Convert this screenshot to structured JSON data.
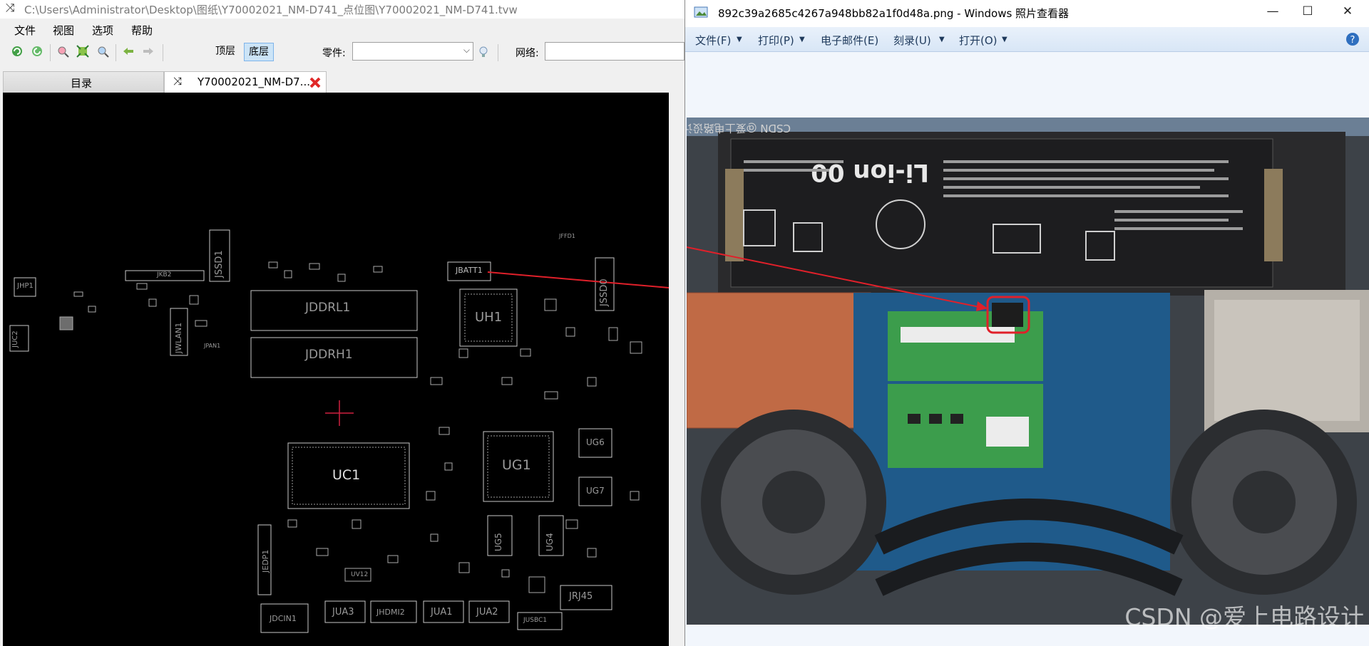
{
  "boardview": {
    "title": "C:\\Users\\Administrator\\Desktop\\图纸\\Y70002021_NM-D741_点位图\\Y70002021_NM-D741.tvw",
    "menu": [
      "文件",
      "视图",
      "选项",
      "帮助"
    ],
    "toolbar": {
      "top_layer": "顶层",
      "bottom_layer": "底层",
      "part_label": "零件:",
      "part_value": "",
      "net_label": "网络:",
      "net_value": ""
    },
    "tabs": {
      "catalog": "目录",
      "file": "Y70002021_NM-D7..."
    },
    "components": {
      "jhp1": "JHP1",
      "juc2": "JUC2",
      "jkb2": "JKB2",
      "jwlan1": "JWLAN1",
      "jpan1": "JPAN1",
      "jssd1": "JSSD1",
      "jddrl1": "JDDRL1",
      "jddrh1": "JDDRH1",
      "jbatt1": "JBATT1",
      "jssd0": "JSSD0",
      "jfpd1": "JFFD1",
      "uh1": "UH1",
      "uc1": "UC1",
      "ug1": "UG1",
      "ug6": "UG6",
      "ug7": "UG7",
      "ug5": "UG5",
      "ug4": "UG4",
      "jedp1": "JEDP1",
      "uv12": "UV12",
      "jdcin1": "JDCIN1",
      "jua3": "JUA3",
      "jhdmi2": "JHDMI2",
      "jua1": "JUA1",
      "jua2": "JUA2",
      "jusbc1": "JUSBC1",
      "jrj45": "JRJ45"
    }
  },
  "photo_viewer": {
    "title": "892c39a2685c4267a948bb82a1f0d48a.png - Windows 照片查看器",
    "menu": {
      "file": "文件(F)",
      "print": "打印(P)",
      "email": "电子邮件(E)",
      "burn": "刻录(U)",
      "open": "打开(O)"
    },
    "photo": {
      "battery_text": "Li-ion 00",
      "csdn_mark": "CSDN @爱上电路设计",
      "watermark": "CSDN @爱上电路设计"
    }
  },
  "colors": {
    "pcb_background": "#000000",
    "pcb_outline": "#c8c8c8",
    "pointer_arrow": "#e0202a",
    "viewer_menu": "#dbe7f5",
    "active_layer": "#cce4f7"
  },
  "icons": [
    "boardview-app-icon",
    "refresh-icon",
    "rotate-icon",
    "zoom-in-icon",
    "fit-icon",
    "zoom-out-icon",
    "back-arrow-icon",
    "forward-arrow-icon",
    "lightbulb-icon",
    "close-tab-icon",
    "photo-viewer-icon",
    "minimize-icon",
    "maximize-icon",
    "close-icon",
    "help-icon"
  ]
}
